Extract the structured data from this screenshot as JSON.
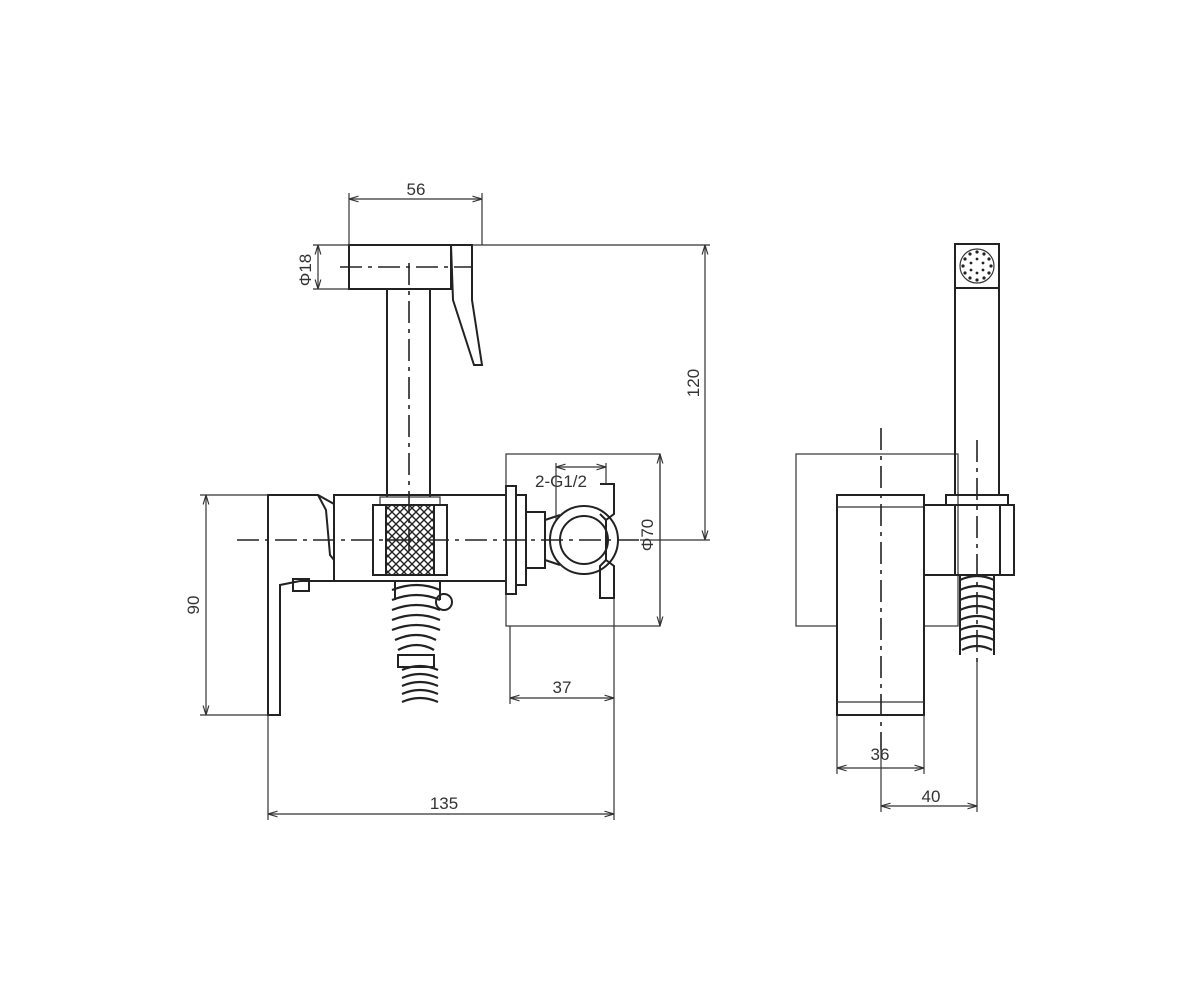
{
  "dimensions": {
    "width_56": "56",
    "dia_18": "Φ18",
    "height_120": "120",
    "thread": "2-G1/2",
    "dia_70": "Φ70",
    "height_90": "90",
    "depth_37": "37",
    "length_135": "135",
    "width_36": "36",
    "depth_40": "40"
  }
}
